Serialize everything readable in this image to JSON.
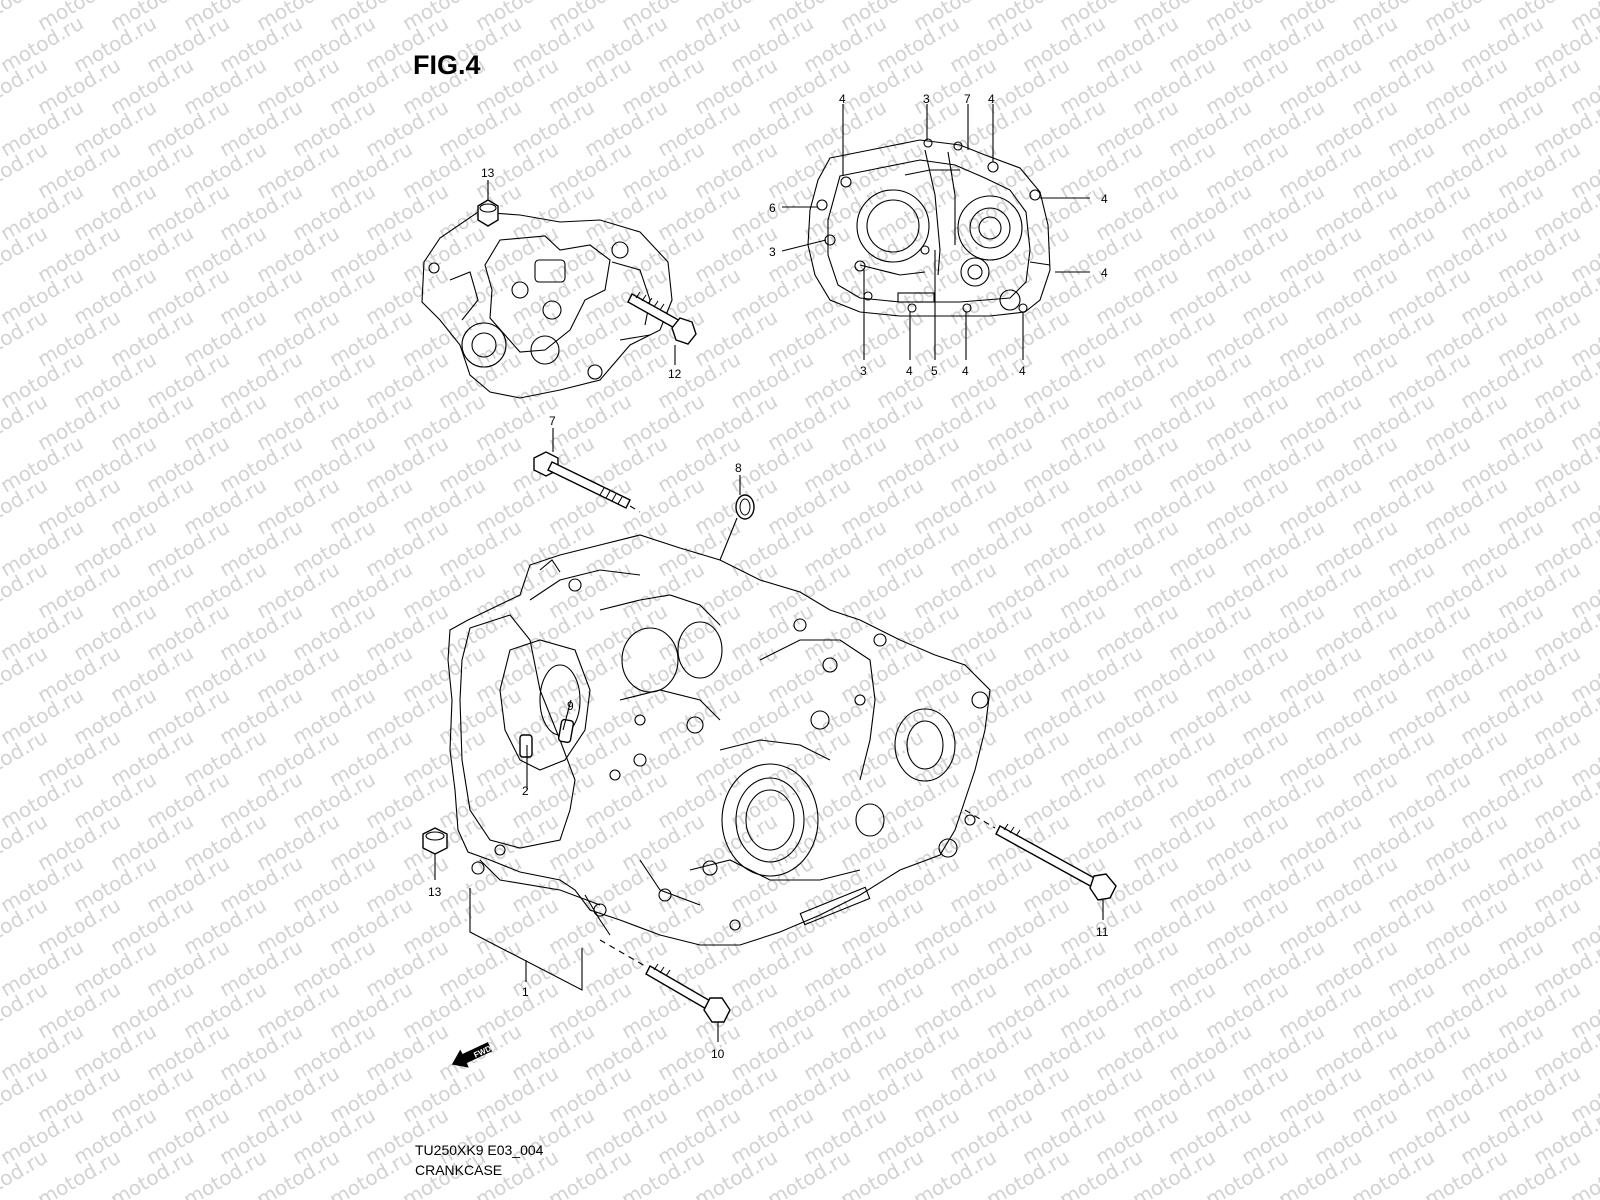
{
  "figure": {
    "title": "FIG.4",
    "code": "TU250XK9 E03_004",
    "name": "CRANKCASE"
  },
  "watermark": {
    "text": "motod.ru",
    "color": "#d2d2d2"
  },
  "fwd_label": "FWD",
  "callouts": [
    {
      "id": "c1",
      "label": "1"
    },
    {
      "id": "c2",
      "label": "2"
    },
    {
      "id": "c3a",
      "label": "3"
    },
    {
      "id": "c3b",
      "label": "3"
    },
    {
      "id": "c3c",
      "label": "3"
    },
    {
      "id": "c4a",
      "label": "4"
    },
    {
      "id": "c4b",
      "label": "4"
    },
    {
      "id": "c4c",
      "label": "4"
    },
    {
      "id": "c4d",
      "label": "4"
    },
    {
      "id": "c4e",
      "label": "4"
    },
    {
      "id": "c4f",
      "label": "4"
    },
    {
      "id": "c4g",
      "label": "4"
    },
    {
      "id": "c5",
      "label": "5"
    },
    {
      "id": "c6",
      "label": "6"
    },
    {
      "id": "c7a",
      "label": "7"
    },
    {
      "id": "c7b",
      "label": "7"
    },
    {
      "id": "c8",
      "label": "8"
    },
    {
      "id": "c9",
      "label": "9"
    },
    {
      "id": "c10",
      "label": "10"
    },
    {
      "id": "c11",
      "label": "11"
    },
    {
      "id": "c12",
      "label": "12"
    },
    {
      "id": "c13a",
      "label": "13"
    },
    {
      "id": "c13b",
      "label": "13"
    }
  ]
}
